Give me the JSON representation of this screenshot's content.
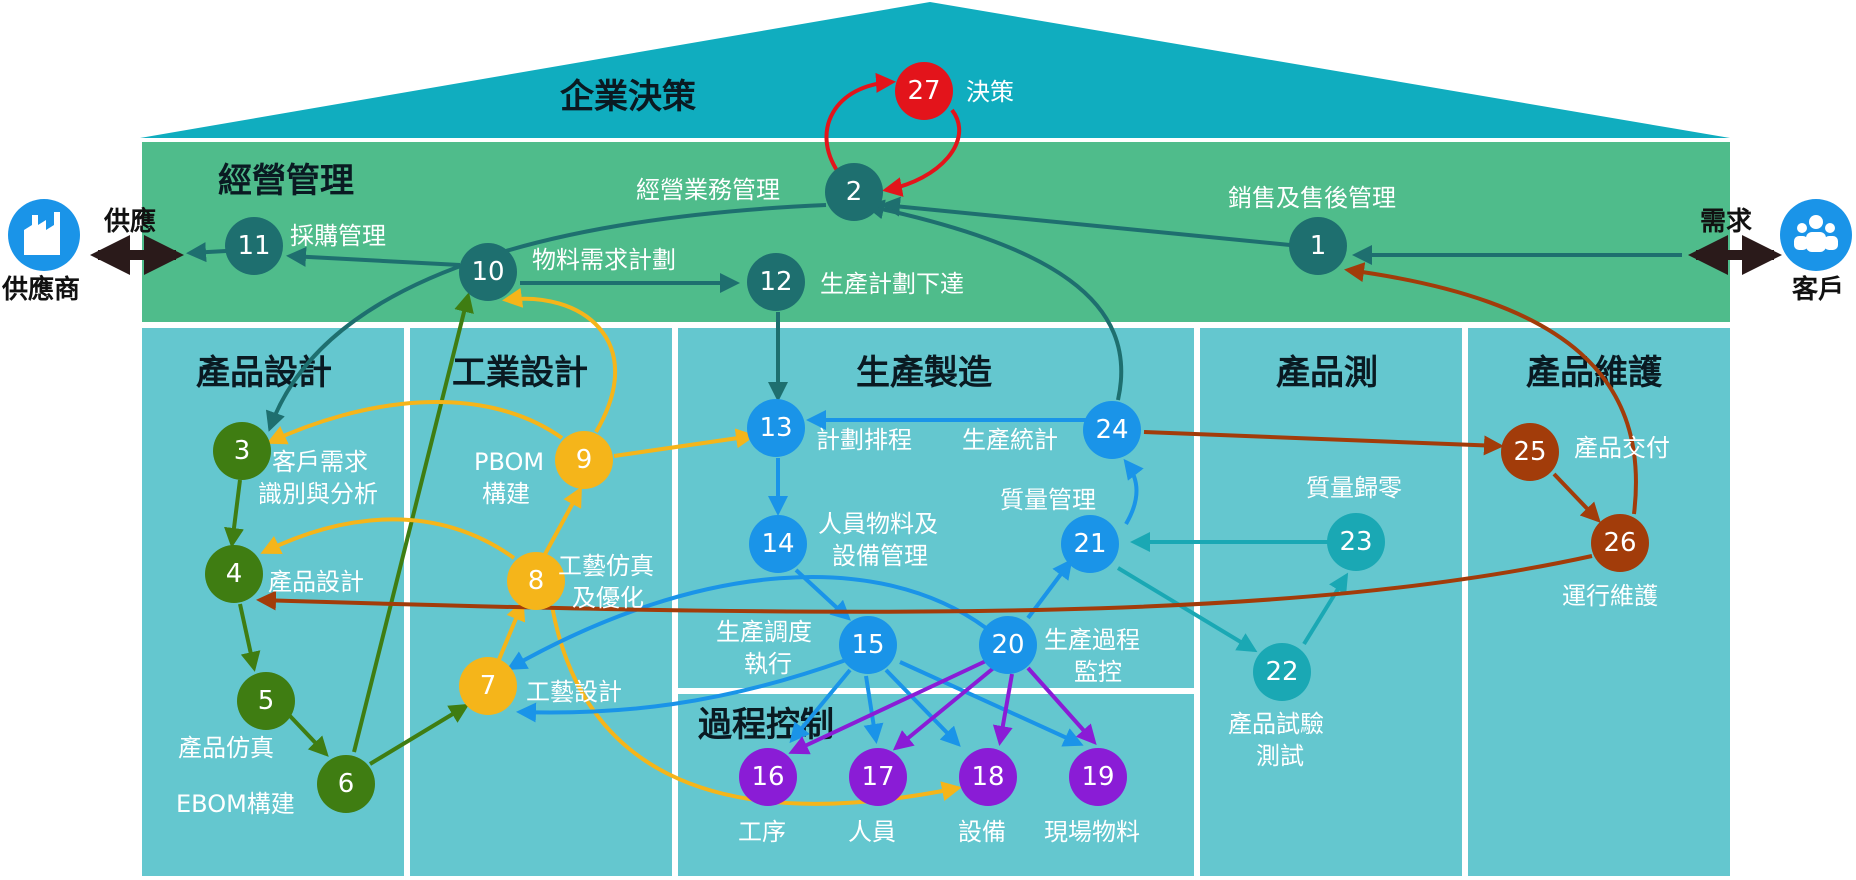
{
  "roof": {
    "title": "企業決策"
  },
  "sections": {
    "management": "經營管理",
    "product_design": "產品設計",
    "industrial_design": "工業設計",
    "manufacturing": "生產製造",
    "process_control": "過程控制",
    "product_test": "產品測",
    "product_maintenance": "產品維護"
  },
  "sides": {
    "supply_label": "供應",
    "supplier_label": "供應商",
    "demand_label": "需求",
    "customer_label": "客戶"
  },
  "nodes": [
    {
      "num": "1",
      "label": "銷售及售後管理",
      "color": "#1e6f6f"
    },
    {
      "num": "2",
      "label": "經營業務管理",
      "color": "#1e6f6f"
    },
    {
      "num": "3",
      "label": "客戶需求",
      "label2": "識別與分析",
      "color": "#3f7d12"
    },
    {
      "num": "4",
      "label": "產品設計",
      "color": "#3f7d12"
    },
    {
      "num": "5",
      "label": "產品仿真",
      "color": "#3f7d12"
    },
    {
      "num": "6",
      "label": "EBOM構建",
      "color": "#3f7d12"
    },
    {
      "num": "7",
      "label": "工藝設計",
      "color": "#f5b51a"
    },
    {
      "num": "8",
      "label": "工藝仿真",
      "label2": "及優化",
      "color": "#f5b51a"
    },
    {
      "num": "9",
      "label": "PBOM",
      "label2": "構建",
      "color": "#f5b51a"
    },
    {
      "num": "10",
      "label": "物料需求計劃",
      "color": "#1e6f6f"
    },
    {
      "num": "11",
      "label": "採購管理",
      "color": "#1e6f6f"
    },
    {
      "num": "12",
      "label": "生產計劃下達",
      "color": "#1e6f6f"
    },
    {
      "num": "13",
      "label": "計劃排程",
      "color": "#1a94e8"
    },
    {
      "num": "14",
      "label": "人員物料及",
      "label2": "設備管理",
      "color": "#1a94e8"
    },
    {
      "num": "15",
      "label": "生產調度",
      "label2": "執行",
      "color": "#1a94e8"
    },
    {
      "num": "16",
      "label": "工序",
      "color": "#8a1cd6"
    },
    {
      "num": "17",
      "label": "人員",
      "color": "#8a1cd6"
    },
    {
      "num": "18",
      "label": "設備",
      "color": "#8a1cd6"
    },
    {
      "num": "19",
      "label": "現場物料",
      "color": "#8a1cd6"
    },
    {
      "num": "20",
      "label": "生產過程",
      "label2": "監控",
      "color": "#1a94e8"
    },
    {
      "num": "21",
      "label": "質量管理",
      "color": "#1a94e8"
    },
    {
      "num": "22",
      "label": "產品試驗",
      "label2": "測試",
      "color": "#1aa8b4"
    },
    {
      "num": "23",
      "label": "質量歸零",
      "color": "#1aa8b4"
    },
    {
      "num": "24",
      "label": "生產統計",
      "color": "#1a94e8"
    },
    {
      "num": "25",
      "label": "產品交付",
      "color": "#a23c0a"
    },
    {
      "num": "26",
      "label": "運行維護",
      "color": "#a23c0a"
    },
    {
      "num": "27",
      "label": "決策",
      "color": "#e3141b"
    }
  ],
  "colors": {
    "roof": "#10adbf",
    "management_band": "#4fbc8b",
    "column_fill": "#64c7cf",
    "teal_arrow": "#1e6f6f",
    "green_arrow": "#3f7d12",
    "yellow_arrow": "#f5b51a",
    "blue_arrow": "#1a94e8",
    "purple_arrow": "#8a1cd6",
    "cyan_arrow": "#1aa8b4",
    "brown_arrow": "#a23c0a",
    "red_arrow": "#e3141b"
  },
  "icons": {
    "supplier": "factory-icon",
    "customer": "people-group-icon"
  }
}
